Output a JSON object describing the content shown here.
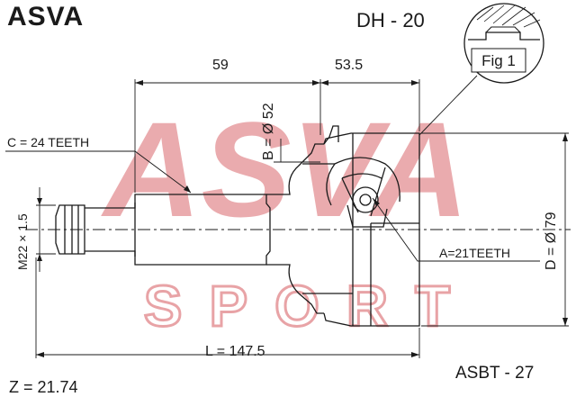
{
  "header": {
    "brand": "ASVA",
    "part_number": "DH - 20"
  },
  "footer": {
    "ref_code": "ASBT - 27",
    "z_value": "Z = 21.74"
  },
  "watermark": {
    "word_top": "ASVA",
    "word_bottom": "SPORT",
    "color": "#e8a3a6"
  },
  "figure": {
    "badge": "Fig 1"
  },
  "dimensions": {
    "shaft_length": "59",
    "joint_length": "53.5",
    "bore_diameter": "B = Ø 52",
    "outer_diameter": "D = Ø 79",
    "total_length": "L = 147.5",
    "thread": "M22 × 1.5",
    "outer_spline": "C = 24 TEETH",
    "inner_spline": "A=21TEETH"
  },
  "colors": {
    "line": "#1a1a1a",
    "watermark": "#e8a3a6"
  }
}
